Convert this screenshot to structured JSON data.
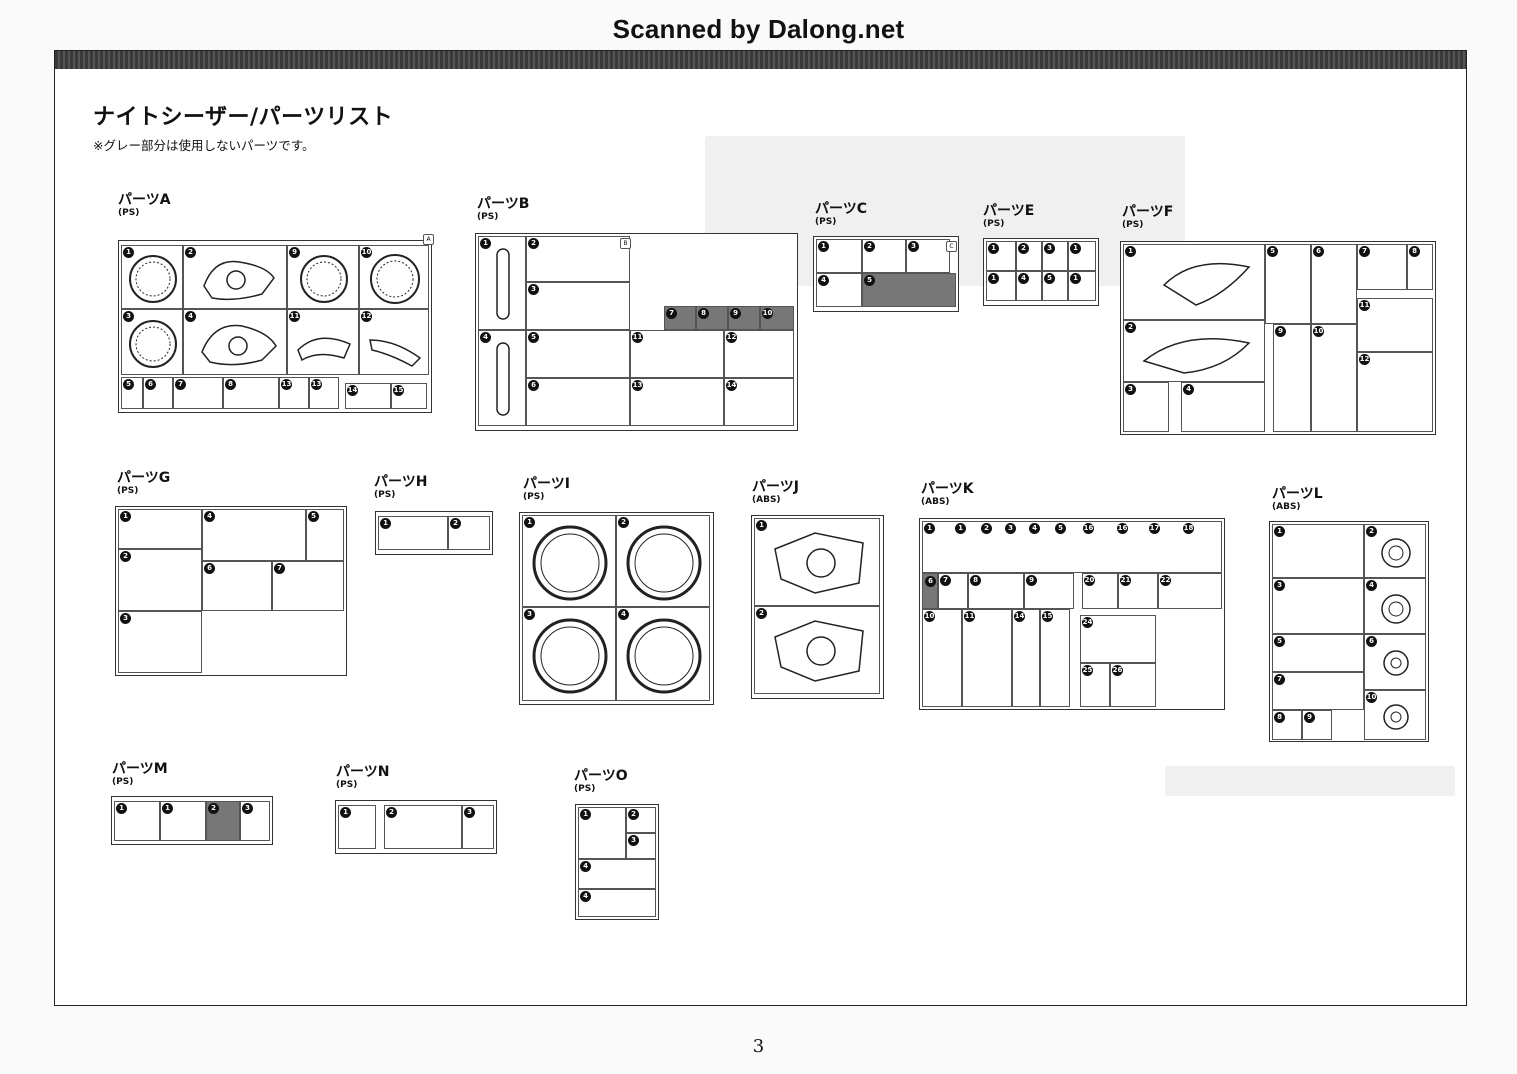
{
  "watermark": "Scanned by Dalong.net",
  "title": "ナイトシーザー/パーツリスト",
  "note": "※グレー部分は使用しないパーツです。",
  "page_number": "3",
  "parts": [
    {
      "id": "A",
      "label": "パーツA",
      "material": "(PS)"
    },
    {
      "id": "B",
      "label": "パーツB",
      "material": "(PS)"
    },
    {
      "id": "C",
      "label": "パーツC",
      "material": "(PS)"
    },
    {
      "id": "E",
      "label": "パーツE",
      "material": "(PS)"
    },
    {
      "id": "F",
      "label": "パーツF",
      "material": "(PS)"
    },
    {
      "id": "G",
      "label": "パーツG",
      "material": "(PS)"
    },
    {
      "id": "H",
      "label": "パーツH",
      "material": "(PS)"
    },
    {
      "id": "I",
      "label": "パーツI",
      "material": "(PS)"
    },
    {
      "id": "J",
      "label": "パーツJ",
      "material": "(ABS)"
    },
    {
      "id": "K",
      "label": "パーツK",
      "material": "(ABS)"
    },
    {
      "id": "L",
      "label": "パーツL",
      "material": "(ABS)"
    },
    {
      "id": "M",
      "label": "パーツM",
      "material": "(PS)"
    },
    {
      "id": "N",
      "label": "パーツN",
      "material": "(PS)"
    },
    {
      "id": "O",
      "label": "パーツO",
      "material": "(PS)"
    }
  ]
}
